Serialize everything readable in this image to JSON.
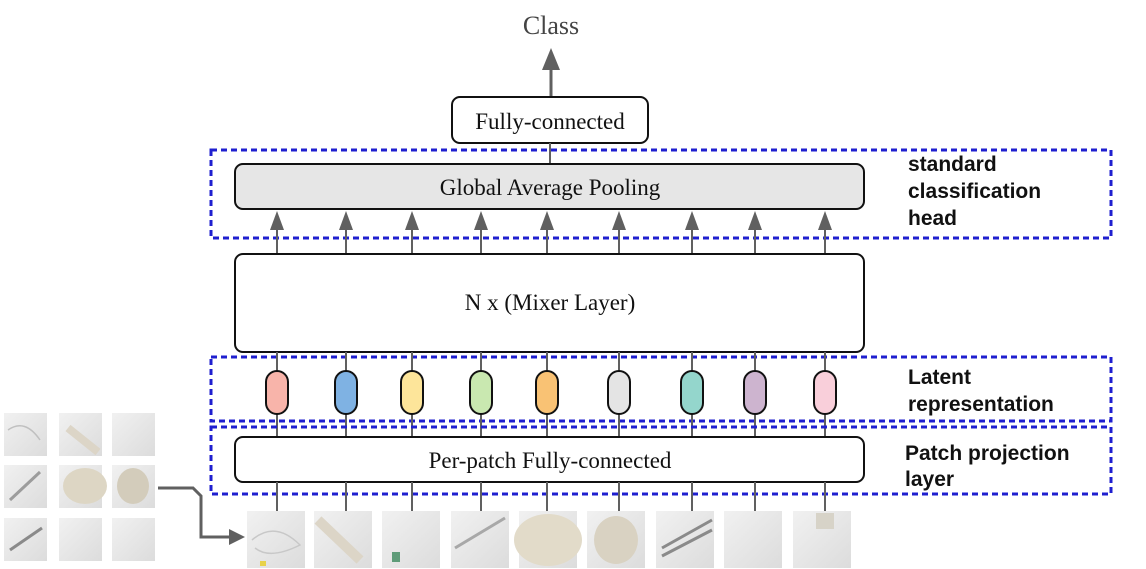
{
  "diagram": {
    "output_label": "Class",
    "fully_connected_label": "Fully-connected",
    "pooling_label": "Global Average Pooling",
    "mixer_label": "N x (Mixer Layer)",
    "projection_label": "Per-patch Fully-connected",
    "annotations": {
      "head": [
        "standard",
        "classification",
        "head"
      ],
      "latent": [
        "Latent",
        "representation"
      ],
      "projection": [
        "Patch projection",
        "layer"
      ]
    },
    "token_colors": [
      "#f8b4aa",
      "#7fb2e3",
      "#fde59a",
      "#c9e8b0",
      "#f9c274",
      "#e4e4e4",
      "#94d6cc",
      "#cdb4cf",
      "#f9cfda"
    ],
    "colors": {
      "arrow": "#606060",
      "box_border": "#111111",
      "pool_fill": "#e6e6e6",
      "dashed_outline": "#1f1fcf"
    }
  }
}
